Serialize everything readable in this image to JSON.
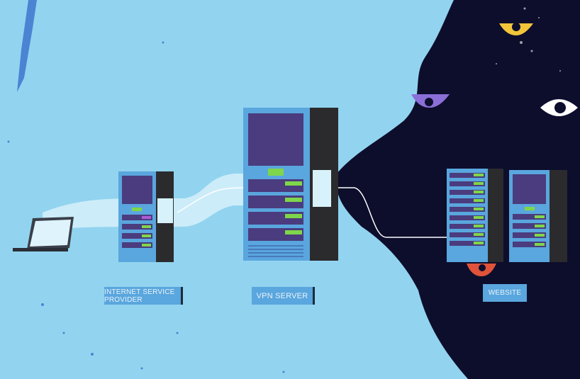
{
  "labels": {
    "isp": "INTERNET SERVICE PROVIDER",
    "vpn": "VPN SERVER",
    "website": "WEBSITE"
  },
  "colors": {
    "sky": "#92d4ef",
    "void": "#0d0e2c",
    "server_front": "#5aa6de",
    "server_side": "#2b2b2e",
    "panel": "#4a3c7e",
    "led": "#7fd64a",
    "label_bg": "#5aa6de"
  },
  "icons": [
    "laptop-icon",
    "eye-icon"
  ]
}
